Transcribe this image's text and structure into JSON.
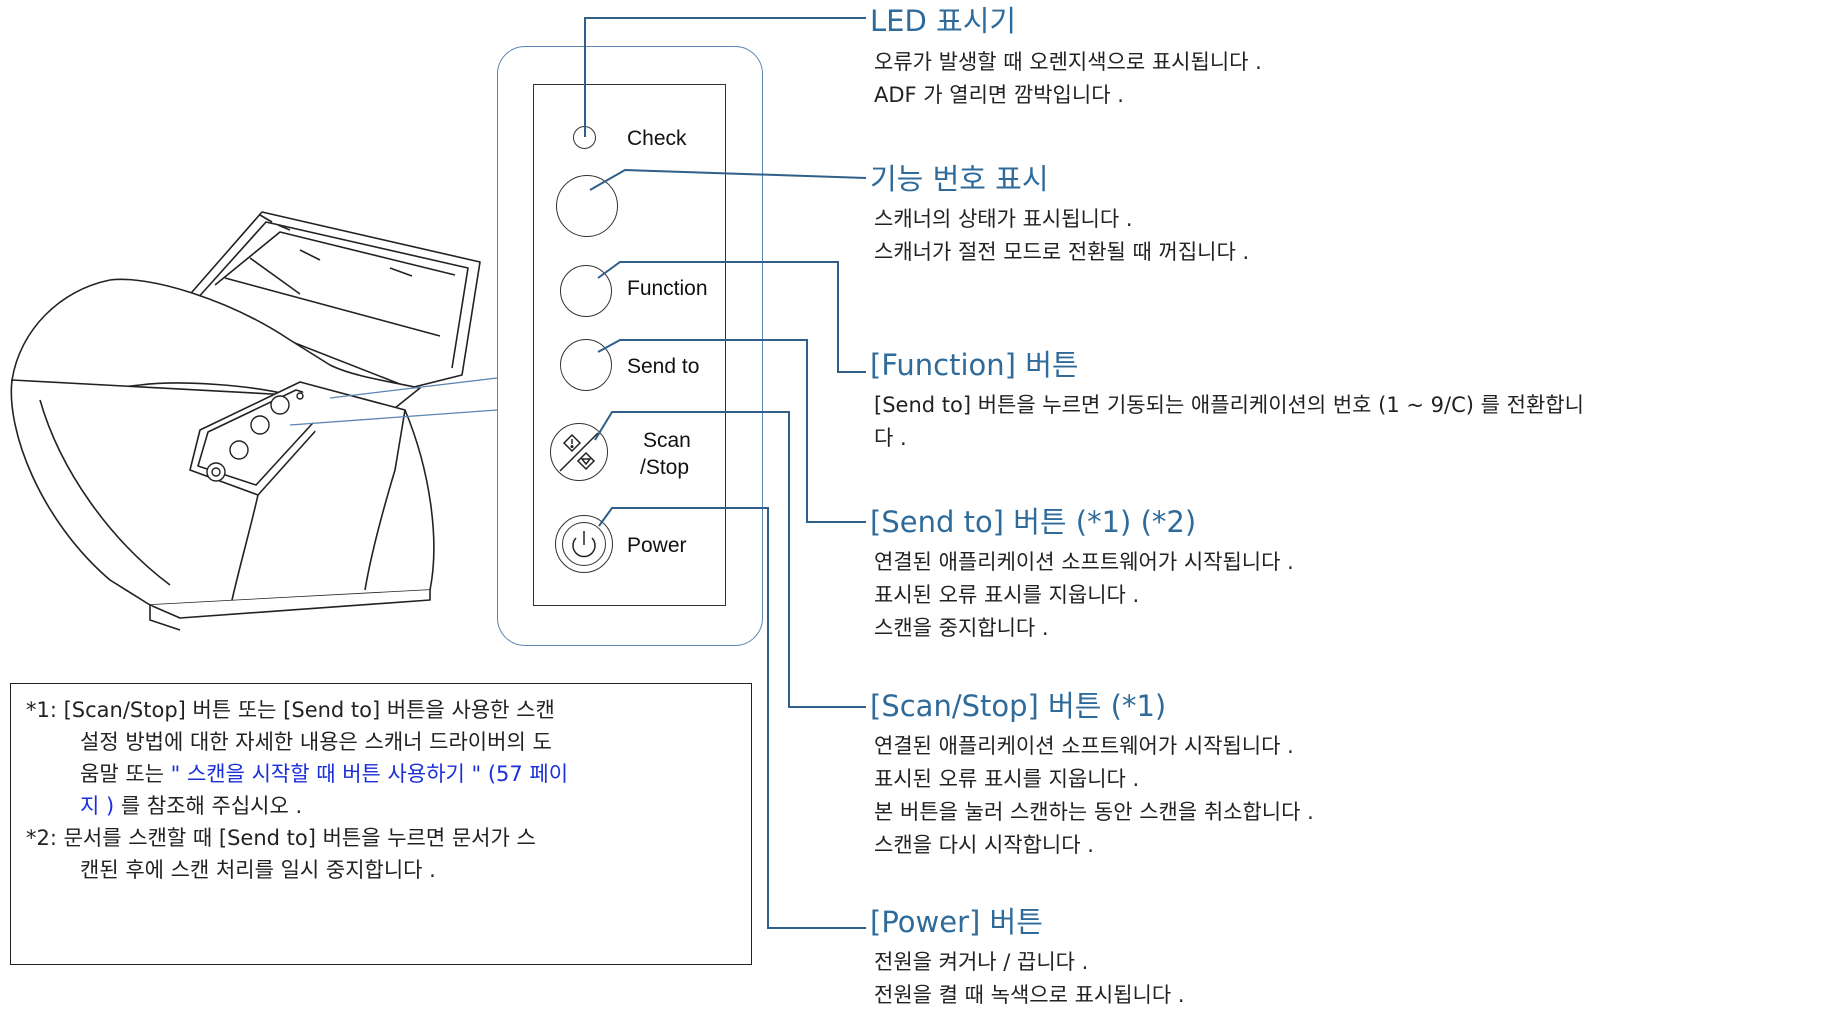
{
  "panel": {
    "check_label": "Check",
    "function_label": "Function",
    "send_to_label": "Send to",
    "scan_label_1": "Scan",
    "scan_label_2": "/Stop",
    "power_label": "Power"
  },
  "callouts": {
    "led": {
      "title": "LED 표시기",
      "lines": [
        "오류가 발생할 때 오렌지색으로 표시됩니다 .",
        "ADF 가 열리면 깜박입니다 ."
      ]
    },
    "function_number": {
      "title": "기능 번호 표시",
      "lines": [
        "스캐너의 상태가 표시됩니다 .",
        "스캐너가 절전 모드로 전환될 때 꺼집니다 ."
      ]
    },
    "function_button": {
      "title": "[Function] 버튼",
      "lines": [
        "[Send to] 버튼을 누르면 기동되는 애플리케이션의 번호 (1 ~ 9/C) 를 전환합니",
        "다 ."
      ]
    },
    "send_to_button": {
      "title": "[Send to] 버튼 (*1) (*2)",
      "lines": [
        "연결된 애플리케이션 소프트웨어가 시작됩니다 .",
        "표시된 오류 표시를 지웁니다 .",
        "스캔을 중지합니다 ."
      ]
    },
    "scan_stop_button": {
      "title": "[Scan/Stop] 버튼 (*1)",
      "lines": [
        "연결된 애플리케이션 소프트웨어가 시작됩니다 .",
        "표시된 오류 표시를 지웁니다 .",
        "본 버튼을 눌러 스캔하는 동안 스캔을 취소합니다 .",
        "스캔을 다시 시작합니다 ."
      ]
    },
    "power_button": {
      "title": "[Power] 버튼",
      "lines": [
        "전원을 켜거나 / 끕니다 .",
        "전원을 켤 때 녹색으로 표시됩니다 ."
      ]
    }
  },
  "notes": {
    "note1_line1": "*1: [Scan/Stop] 버튼 또는 [Send to] 버튼을 사용한 스캔",
    "note1_line2": "설정 방법에 대한 자세한 내용은 스캐너 드라이버의 도",
    "note1_line3_pre": "움말 또는 ",
    "note1_link_a": "\" 스캔을 시작할 때 버튼 사용하기 \" (57 페이",
    "note1_link_b": "지 )",
    "note1_line4_post": " 를 참조해 주십시오 .",
    "note2_line1": "*2: 문서를 스캔할 때 [Send to] 버튼을 누르면 문서가 스",
    "note2_line2": "캔된 후에 스캔 처리를 일시 중지합니다 ."
  },
  "colors": {
    "title": "#2f6b9a",
    "leader_line": "#2f5f8a",
    "panel_frame": "#5b84b3",
    "link": "#1a2fd8"
  }
}
